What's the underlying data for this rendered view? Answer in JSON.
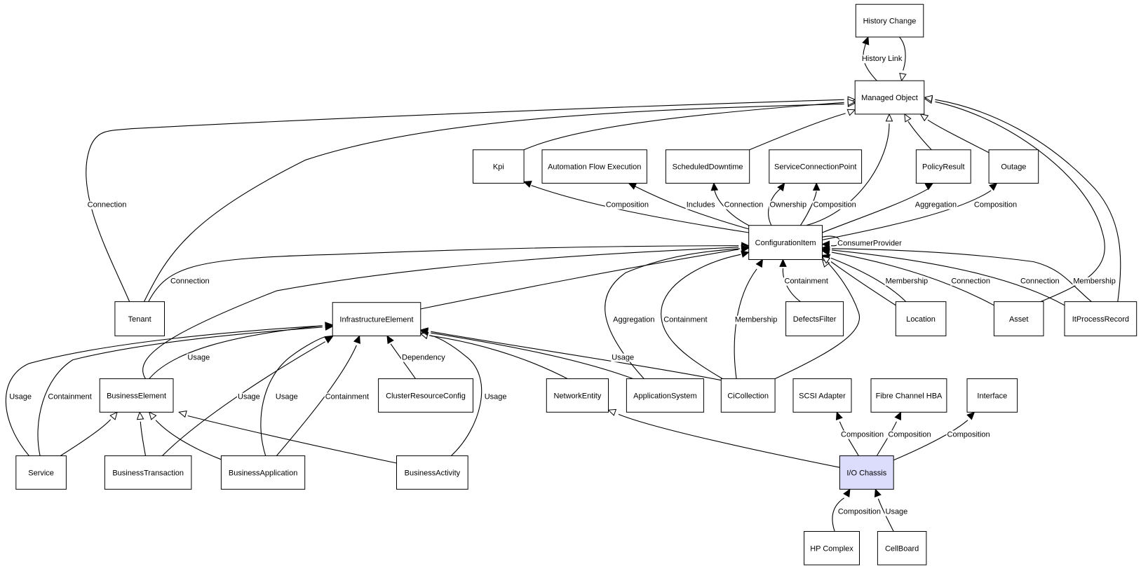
{
  "diagram": {
    "colors": {
      "node_fill": "#ffffff",
      "highlight_fill": "#dcdcfc",
      "stroke": "#000000"
    },
    "nodes": [
      {
        "id": "history_change",
        "label": "History Change"
      },
      {
        "id": "managed_object",
        "label": "Managed Object"
      },
      {
        "id": "kpi",
        "label": "Kpi"
      },
      {
        "id": "automation_flow",
        "label": "Automation Flow Execution"
      },
      {
        "id": "scheduled_downtime",
        "label": "ScheduledDowntime"
      },
      {
        "id": "service_connection_point",
        "label": "ServiceConnectionPoint"
      },
      {
        "id": "policy_result",
        "label": "PolicyResult"
      },
      {
        "id": "outage",
        "label": "Outage"
      },
      {
        "id": "configuration_item",
        "label": "ConfigurationItem"
      },
      {
        "id": "tenant",
        "label": "Tenant"
      },
      {
        "id": "infrastructure_element",
        "label": "InfrastructureElement"
      },
      {
        "id": "defects_filter",
        "label": "DefectsFilter"
      },
      {
        "id": "location",
        "label": "Location"
      },
      {
        "id": "asset",
        "label": "Asset"
      },
      {
        "id": "itprocess_record",
        "label": "ItProcessRecord"
      },
      {
        "id": "business_element",
        "label": "BusinessElement"
      },
      {
        "id": "cluster_resource_config",
        "label": "ClusterResourceConfig"
      },
      {
        "id": "network_entity",
        "label": "NetworkEntity"
      },
      {
        "id": "application_system",
        "label": "ApplicationSystem"
      },
      {
        "id": "ci_collection",
        "label": "CiCollection"
      },
      {
        "id": "scsi_adapter",
        "label": "SCSI Adapter"
      },
      {
        "id": "fibre_channel_hba",
        "label": "Fibre Channel HBA"
      },
      {
        "id": "interface",
        "label": "Interface"
      },
      {
        "id": "service",
        "label": "Service"
      },
      {
        "id": "business_transaction",
        "label": "BusinessTransaction"
      },
      {
        "id": "business_application",
        "label": "BusinessApplication"
      },
      {
        "id": "business_activity",
        "label": "BusinessActivity"
      },
      {
        "id": "io_chassis",
        "label": "I/O Chassis",
        "highlight": true
      },
      {
        "id": "hp_complex",
        "label": "HP Complex"
      },
      {
        "id": "cellboard",
        "label": "CellBoard"
      }
    ],
    "edges": [
      {
        "id": "e1",
        "from": "managed_object",
        "to": "history_change",
        "label": "History Link",
        "arrow": "filled"
      },
      {
        "id": "e2",
        "from": "history_change",
        "to": "managed_object",
        "label": "",
        "arrow": "hollow"
      },
      {
        "id": "e3",
        "from": "tenant",
        "to": "managed_object",
        "label": "Connection",
        "arrow": "hollow"
      },
      {
        "id": "e4",
        "from": "tenant",
        "to": "managed_object",
        "label": "",
        "arrow": "hollow"
      },
      {
        "id": "e5",
        "from": "kpi",
        "to": "managed_object",
        "label": "",
        "arrow": "hollow"
      },
      {
        "id": "e6",
        "from": "scheduled_downtime",
        "to": "managed_object",
        "label": "",
        "arrow": "hollow"
      },
      {
        "id": "e7",
        "from": "configuration_item",
        "to": "managed_object",
        "label": "",
        "arrow": "hollow"
      },
      {
        "id": "e8",
        "from": "policy_result",
        "to": "managed_object",
        "label": "",
        "arrow": "hollow"
      },
      {
        "id": "e9",
        "from": "outage",
        "to": "managed_object",
        "label": "",
        "arrow": "hollow"
      },
      {
        "id": "e10",
        "from": "asset",
        "to": "managed_object",
        "label": "",
        "arrow": "hollow"
      },
      {
        "id": "e11",
        "from": "itprocess_record",
        "to": "managed_object",
        "label": "",
        "arrow": "hollow"
      },
      {
        "id": "e12",
        "from": "configuration_item",
        "to": "kpi",
        "label": "Composition",
        "arrow": "filled"
      },
      {
        "id": "e13",
        "from": "configuration_item",
        "to": "automation_flow",
        "label": "Includes",
        "arrow": "filled"
      },
      {
        "id": "e14",
        "from": "configuration_item",
        "to": "scheduled_downtime",
        "label": "Connection",
        "arrow": "filled"
      },
      {
        "id": "e15",
        "from": "configuration_item",
        "to": "service_connection_point",
        "label": "Ownership",
        "arrow": "filled"
      },
      {
        "id": "e16",
        "from": "configuration_item",
        "to": "service_connection_point",
        "label": "Composition",
        "arrow": "filled"
      },
      {
        "id": "e17",
        "from": "configuration_item",
        "to": "policy_result",
        "label": "Aggregation",
        "arrow": "filled"
      },
      {
        "id": "e18",
        "from": "configuration_item",
        "to": "outage",
        "label": "Composition",
        "arrow": "filled"
      },
      {
        "id": "e19",
        "from": "configuration_item",
        "to": "configuration_item",
        "label": "ConsumerProvider",
        "arrow": "filled"
      },
      {
        "id": "e20",
        "from": "tenant",
        "to": "configuration_item",
        "label": "Connection",
        "arrow": "filled"
      },
      {
        "id": "e21",
        "from": "business_element",
        "to": "configuration_item",
        "label": "",
        "arrow": "hollow"
      },
      {
        "id": "e22",
        "from": "infrastructure_element",
        "to": "configuration_item",
        "label": "",
        "arrow": "hollow"
      },
      {
        "id": "e23",
        "from": "application_system",
        "to": "configuration_item",
        "label": "Aggregation",
        "arrow": "filled"
      },
      {
        "id": "e24",
        "from": "ci_collection",
        "to": "configuration_item",
        "label": "Containment",
        "arrow": "filled"
      },
      {
        "id": "e25",
        "from": "ci_collection",
        "to": "configuration_item",
        "label": "Membership",
        "arrow": "filled"
      },
      {
        "id": "e26",
        "from": "ci_collection",
        "to": "configuration_item",
        "label": "",
        "arrow": "hollow"
      },
      {
        "id": "e27",
        "from": "defects_filter",
        "to": "configuration_item",
        "label": "Containment",
        "arrow": "filled"
      },
      {
        "id": "e28",
        "from": "location",
        "to": "configuration_item",
        "label": "Membership",
        "arrow": "filled"
      },
      {
        "id": "e29",
        "from": "location",
        "to": "configuration_item",
        "label": "",
        "arrow": "hollow"
      },
      {
        "id": "e30",
        "from": "asset",
        "to": "configuration_item",
        "label": "Connection",
        "arrow": "filled"
      },
      {
        "id": "e31",
        "from": "itprocess_record",
        "to": "configuration_item",
        "label": "Connection",
        "arrow": "filled"
      },
      {
        "id": "e32",
        "from": "itprocess_record",
        "to": "configuration_item",
        "label": "Membership",
        "arrow": "filled"
      },
      {
        "id": "e33",
        "from": "business_element",
        "to": "infrastructure_element",
        "label": "Usage",
        "arrow": "filled"
      },
      {
        "id": "e34",
        "from": "service",
        "to": "infrastructure_element",
        "label": "Usage",
        "arrow": "filled"
      },
      {
        "id": "e35",
        "from": "service",
        "to": "infrastructure_element",
        "label": "Containment",
        "arrow": "filled"
      },
      {
        "id": "e36",
        "from": "business_transaction",
        "to": "infrastructure_element",
        "label": "Usage",
        "arrow": "filled"
      },
      {
        "id": "e37",
        "from": "business_application",
        "to": "infrastructure_element",
        "label": "Usage",
        "arrow": "filled"
      },
      {
        "id": "e38",
        "from": "business_application",
        "to": "infrastructure_element",
        "label": "Containment",
        "arrow": "filled"
      },
      {
        "id": "e39",
        "from": "cluster_resource_config",
        "to": "infrastructure_element",
        "label": "Dependency",
        "arrow": "filled"
      },
      {
        "id": "e40",
        "from": "business_activity",
        "to": "infrastructure_element",
        "label": "Usage",
        "arrow": "filled"
      },
      {
        "id": "e41",
        "from": "network_entity",
        "to": "infrastructure_element",
        "label": "",
        "arrow": "hollow"
      },
      {
        "id": "e42",
        "from": "application_system",
        "to": "infrastructure_element",
        "label": "",
        "arrow": "hollow"
      },
      {
        "id": "e43",
        "from": "ci_collection",
        "to": "infrastructure_element",
        "label": "Usage",
        "arrow": "filled"
      },
      {
        "id": "e44",
        "from": "service",
        "to": "business_element",
        "label": "",
        "arrow": "hollow"
      },
      {
        "id": "e45",
        "from": "business_transaction",
        "to": "business_element",
        "label": "",
        "arrow": "hollow"
      },
      {
        "id": "e46",
        "from": "business_application",
        "to": "business_element",
        "label": "",
        "arrow": "hollow"
      },
      {
        "id": "e47",
        "from": "business_activity",
        "to": "business_element",
        "label": "",
        "arrow": "hollow"
      },
      {
        "id": "e48",
        "from": "io_chassis",
        "to": "network_entity",
        "label": "",
        "arrow": "hollow"
      },
      {
        "id": "e49",
        "from": "io_chassis",
        "to": "scsi_adapter",
        "label": "Composition",
        "arrow": "filled"
      },
      {
        "id": "e50",
        "from": "io_chassis",
        "to": "fibre_channel_hba",
        "label": "Composition",
        "arrow": "filled"
      },
      {
        "id": "e51",
        "from": "io_chassis",
        "to": "interface",
        "label": "Composition",
        "arrow": "filled"
      },
      {
        "id": "e52",
        "from": "hp_complex",
        "to": "io_chassis",
        "label": "Composition",
        "arrow": "filled"
      },
      {
        "id": "e53",
        "from": "cellboard",
        "to": "io_chassis",
        "label": "Usage",
        "arrow": "filled"
      }
    ]
  }
}
